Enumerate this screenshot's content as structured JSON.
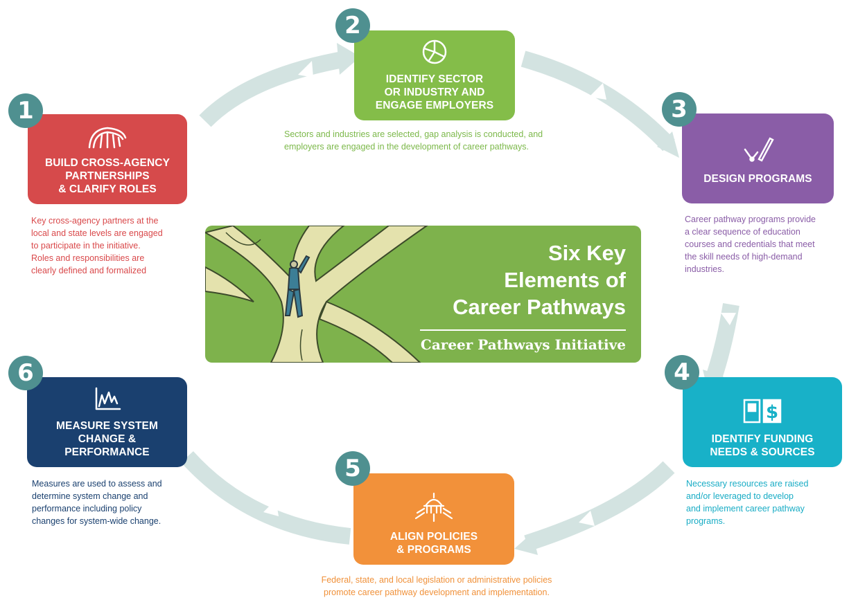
{
  "title": {
    "line1": "Six Key",
    "line2": "Elements of",
    "line3": "Career Pathways",
    "subtitle": "Career Pathways Initiative"
  },
  "colors": {
    "ring": "#d3e3e1",
    "badge": "#4f9090",
    "center_bg": "#7eb24c",
    "element1": "#d64a4b",
    "element2": "#84bd49",
    "element3": "#8a5da7",
    "element4": "#18b1c8",
    "element5": "#f2913a",
    "element6": "#1a406f"
  },
  "elements": [
    {
      "number": "1",
      "icon": "bridge-icon",
      "title": [
        "BUILD CROSS-AGENCY",
        "PARTNERSHIPS",
        "& CLARIFY ROLES"
      ],
      "description": [
        "Key cross-agency partners at the",
        "local and state levels are engaged",
        "to participate in the initiative.",
        "Roles and responsibilities are",
        "clearly defined and formalized"
      ]
    },
    {
      "number": "2",
      "icon": "pie-chart-icon",
      "title": [
        "IDENTIFY SECTOR",
        "OR INDUSTRY AND",
        "ENGAGE EMPLOYERS"
      ],
      "description": [
        "Sectors and industries are selected, gap analysis is conducted, and",
        "employers are engaged in the development of career pathways."
      ]
    },
    {
      "number": "3",
      "icon": "design-tools-icon",
      "title": [
        "DESIGN PROGRAMS"
      ],
      "description": [
        "Career pathway programs provide",
        "a clear sequence of education",
        "courses and credentials that meet",
        "the skill needs of high-demand",
        "industries."
      ]
    },
    {
      "number": "4",
      "icon": "door-dollar-icon",
      "title": [
        "IDENTIFY FUNDING",
        "NEEDS & SOURCES"
      ],
      "description": [
        "Necessary resources are raised",
        "and/or leveraged to develop",
        "and implement career pathway",
        "programs."
      ]
    },
    {
      "number": "5",
      "icon": "capitol-icon",
      "title": [
        "ALIGN POLICIES",
        "& PROGRAMS"
      ],
      "description": [
        "Federal, state, and local legislation or administrative policies",
        "promote career pathway development and implementation."
      ]
    },
    {
      "number": "6",
      "icon": "line-graph-icon",
      "title": [
        "MEASURE SYSTEM",
        "CHANGE &",
        "PERFORMANCE"
      ],
      "description": [
        "Measures are used to assess and",
        "determine system change and",
        "performance including policy",
        "changes for system-wide change."
      ]
    }
  ]
}
